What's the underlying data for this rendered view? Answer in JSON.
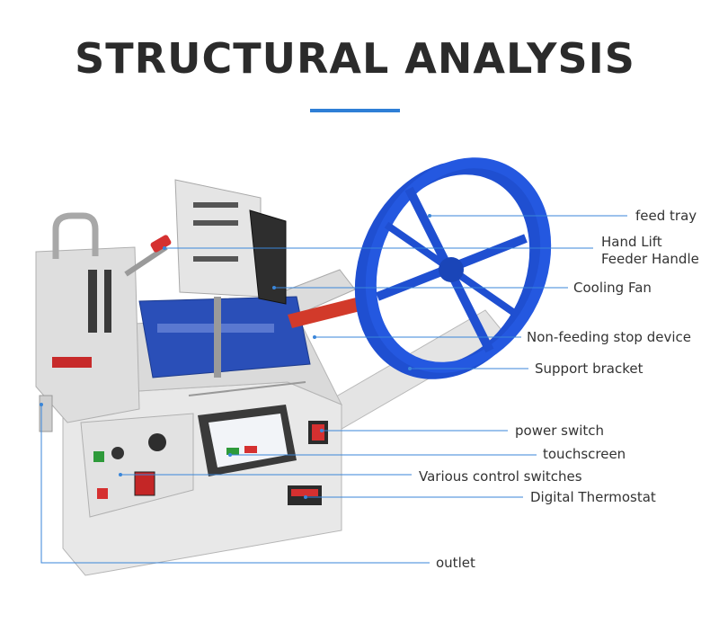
{
  "title": "STRUCTURAL ANALYSIS",
  "colors": {
    "accent": "#2f7fd6",
    "leader_line": "#3a86d9",
    "reel": "#1f4fd1",
    "machine_body": "#e6e6e6"
  },
  "labels": {
    "feed_tray": "feed tray",
    "hand_lift_line1": "Hand Lift",
    "hand_lift_line2": "Feeder Handle",
    "cooling_fan": "Cooling Fan",
    "non_feeding": "Non-feeding stop device",
    "support_bracket": "Support bracket",
    "power_switch": "power switch",
    "touchscreen": "touchscreen",
    "control_switches": "Various control switches",
    "thermostat": "Digital Thermostat",
    "outlet": "outlet"
  }
}
